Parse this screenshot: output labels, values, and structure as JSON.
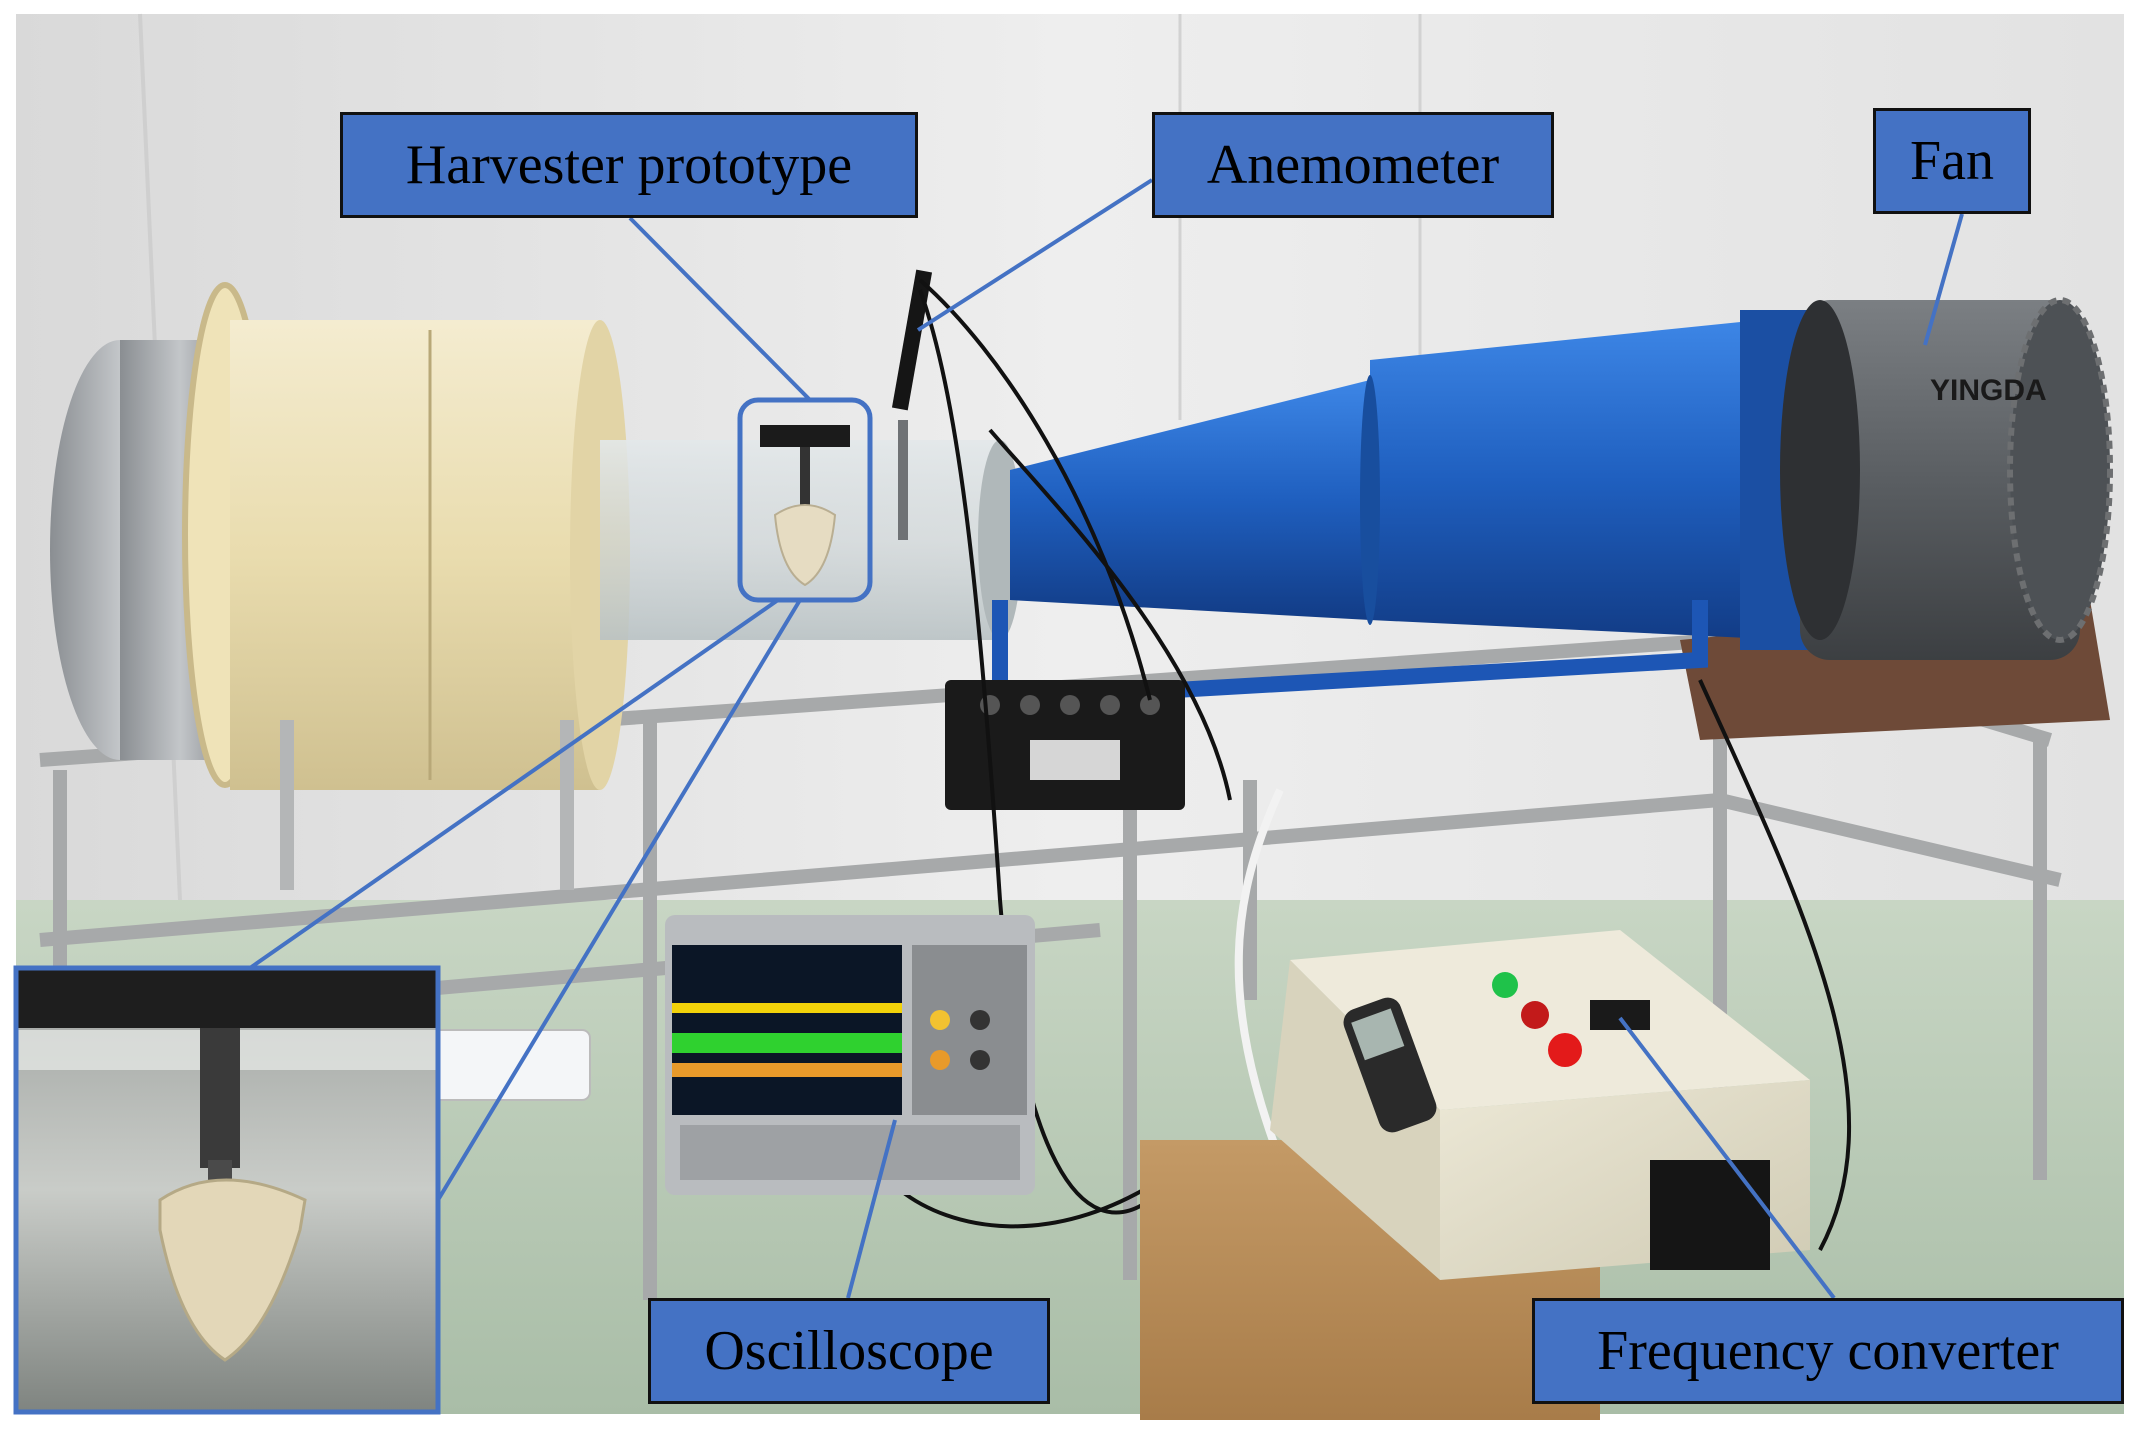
{
  "labels": {
    "harvester": "Harvester prototype",
    "anemometer": "Anemometer",
    "fan": "Fan",
    "oscilloscope": "Oscilloscope",
    "frequency_converter": "Frequency converter"
  },
  "fan_brand_text": "YINGDA",
  "colors": {
    "label_fill": "#4472c4",
    "callout_line": "#4472c4",
    "duct_blue": "#1f5fbf",
    "trace_yellow": "#f2d20a",
    "trace_green": "#2fd12f",
    "trace_orange": "#e89a2a"
  }
}
